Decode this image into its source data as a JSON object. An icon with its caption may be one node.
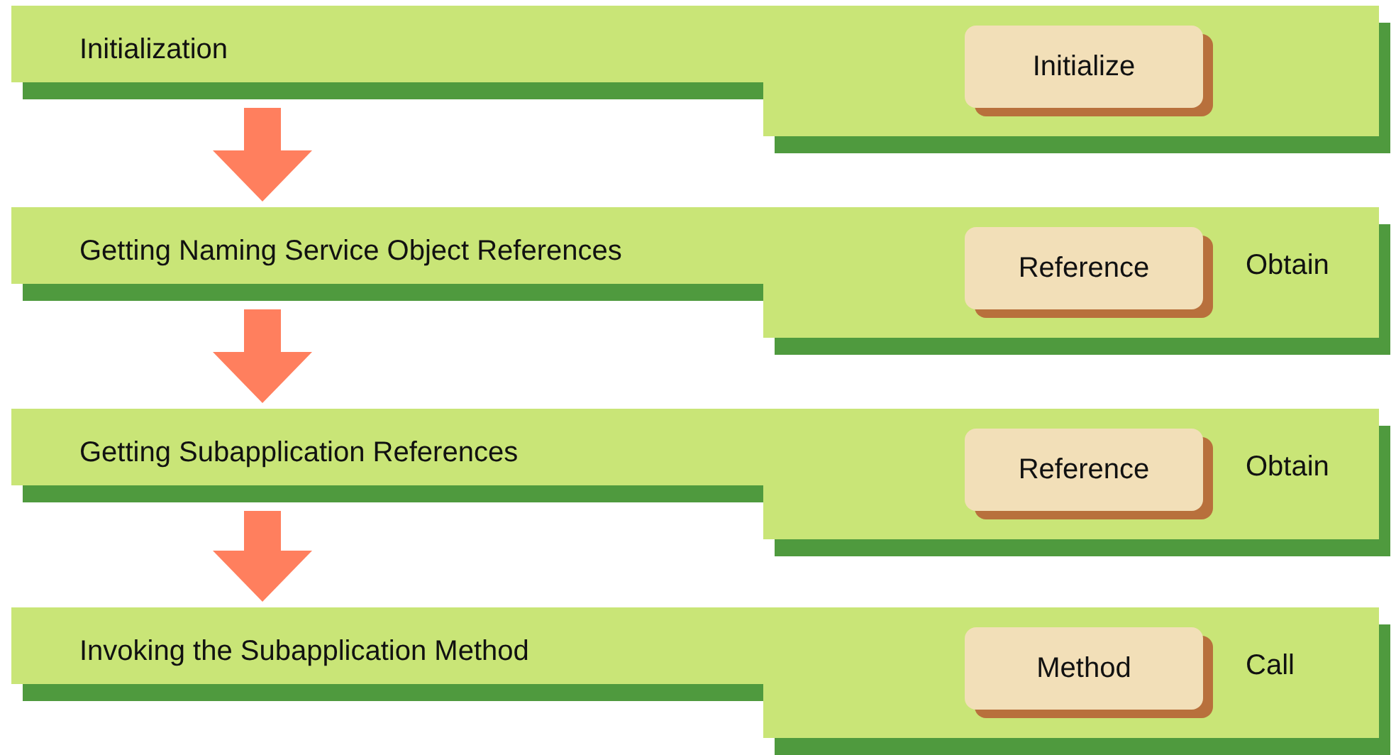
{
  "diagram": {
    "nodes": [
      {
        "text": [
          "Initialization"
        ]
      },
      {
        "text": [
          "Initialize"
        ],
        "in": 0
      },
      {
        "text": [
          "Getting Naming Service Object References"
        ]
      },
      {
        "text": [
          "Reference"
        ],
        "in": 2,
        "beside": [
          "Obtain"
        ]
      },
      {
        "text": [
          "Getting Subapplication References"
        ]
      },
      {
        "text": [
          "Reference"
        ],
        "in": 4,
        "beside": [
          "Obtain"
        ]
      },
      {
        "text": [
          "Invoking the Subapplication Method"
        ]
      },
      {
        "text": [
          "Method"
        ],
        "in": 6,
        "beside": [
          "Call"
        ]
      }
    ],
    "edges": [
      {
        "from": 0,
        "to": 2,
        "arrow": "to"
      },
      {
        "from": 2,
        "to": 4,
        "arrow": "to"
      },
      {
        "from": 4,
        "to": 6,
        "arrow": "to"
      }
    ]
  }
}
